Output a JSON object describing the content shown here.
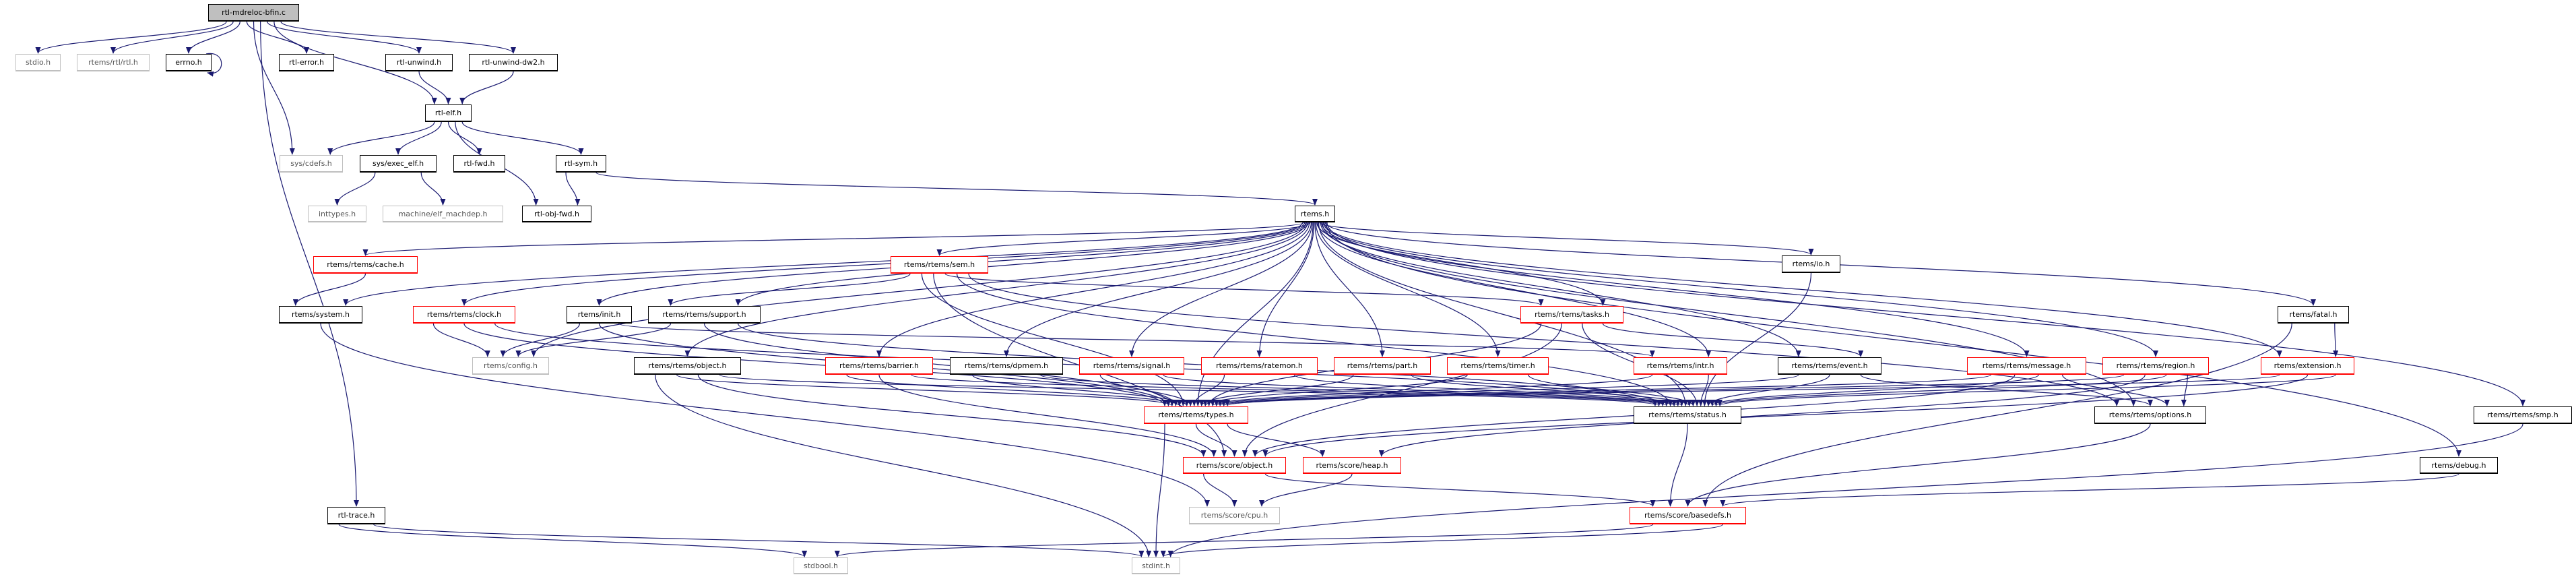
{
  "title": "rtl-mdreloc-bfin.c",
  "colors": {
    "edge": "#191970",
    "root_fill": "#bfbfbf",
    "red_border": "#ff0000",
    "ext_border": "#bfbfbf",
    "normal_border": "#000000"
  },
  "nodes": [
    {
      "id": "root",
      "label": "rtl-mdreloc-bfin.c",
      "kind": "root"
    },
    {
      "id": "stdio",
      "label": "stdio.h",
      "kind": "ext"
    },
    {
      "id": "rtl",
      "label": "rtems/rtl/rtl.h",
      "kind": "ext"
    },
    {
      "id": "errno",
      "label": "errno.h",
      "kind": "normal"
    },
    {
      "id": "rtlerror",
      "label": "rtl-error.h",
      "kind": "normal"
    },
    {
      "id": "unwind",
      "label": "rtl-unwind.h",
      "kind": "normal"
    },
    {
      "id": "unwinddw2",
      "label": "rtl-unwind-dw2.h",
      "kind": "normal"
    },
    {
      "id": "rtlelf",
      "label": "rtl-elf.h",
      "kind": "normal"
    },
    {
      "id": "cdefs",
      "label": "sys/cdefs.h",
      "kind": "ext"
    },
    {
      "id": "execelf",
      "label": "sys/exec_elf.h",
      "kind": "normal"
    },
    {
      "id": "rtlfwd",
      "label": "rtl-fwd.h",
      "kind": "normal"
    },
    {
      "id": "rtlsym",
      "label": "rtl-sym.h",
      "kind": "normal"
    },
    {
      "id": "inttypes",
      "label": "inttypes.h",
      "kind": "ext"
    },
    {
      "id": "machdep",
      "label": "machine/elf_machdep.h",
      "kind": "ext"
    },
    {
      "id": "objfwd",
      "label": "rtl-obj-fwd.h",
      "kind": "normal"
    },
    {
      "id": "rtems",
      "label": "rtems.h",
      "kind": "normal"
    },
    {
      "id": "cache",
      "label": "rtems/rtems/cache.h",
      "kind": "red"
    },
    {
      "id": "sem",
      "label": "rtems/rtems/sem.h",
      "kind": "red"
    },
    {
      "id": "io",
      "label": "rtems/io.h",
      "kind": "normal"
    },
    {
      "id": "system",
      "label": "rtems/system.h",
      "kind": "normal"
    },
    {
      "id": "clock",
      "label": "rtems/rtems/clock.h",
      "kind": "red"
    },
    {
      "id": "init",
      "label": "rtems/init.h",
      "kind": "normal"
    },
    {
      "id": "support",
      "label": "rtems/rtems/support.h",
      "kind": "normal"
    },
    {
      "id": "tasks",
      "label": "rtems/rtems/tasks.h",
      "kind": "red"
    },
    {
      "id": "fatal",
      "label": "rtems/fatal.h",
      "kind": "normal"
    },
    {
      "id": "config",
      "label": "rtems/config.h",
      "kind": "ext"
    },
    {
      "id": "object",
      "label": "rtems/rtems/object.h",
      "kind": "normal"
    },
    {
      "id": "barrier",
      "label": "rtems/rtems/barrier.h",
      "kind": "red"
    },
    {
      "id": "dpmem",
      "label": "rtems/rtems/dpmem.h",
      "kind": "normal"
    },
    {
      "id": "signal",
      "label": "rtems/rtems/signal.h",
      "kind": "red"
    },
    {
      "id": "ratemon",
      "label": "rtems/rtems/ratemon.h",
      "kind": "red"
    },
    {
      "id": "part",
      "label": "rtems/rtems/part.h",
      "kind": "red"
    },
    {
      "id": "timer",
      "label": "rtems/rtems/timer.h",
      "kind": "red"
    },
    {
      "id": "intr",
      "label": "rtems/rtems/intr.h",
      "kind": "red"
    },
    {
      "id": "event",
      "label": "rtems/rtems/event.h",
      "kind": "normal"
    },
    {
      "id": "message",
      "label": "rtems/rtems/message.h",
      "kind": "red"
    },
    {
      "id": "region",
      "label": "rtems/rtems/region.h",
      "kind": "red"
    },
    {
      "id": "extension",
      "label": "rtems/extension.h",
      "kind": "red"
    },
    {
      "id": "types",
      "label": "rtems/rtems/types.h",
      "kind": "red"
    },
    {
      "id": "status",
      "label": "rtems/rtems/status.h",
      "kind": "normal"
    },
    {
      "id": "options",
      "label": "rtems/rtems/options.h",
      "kind": "normal"
    },
    {
      "id": "smp",
      "label": "rtems/rtems/smp.h",
      "kind": "normal"
    },
    {
      "id": "scoreobject",
      "label": "rtems/score/object.h",
      "kind": "red"
    },
    {
      "id": "heap",
      "label": "rtems/score/heap.h",
      "kind": "red"
    },
    {
      "id": "debug",
      "label": "rtems/debug.h",
      "kind": "normal"
    },
    {
      "id": "rtltrace",
      "label": "rtl-trace.h",
      "kind": "normal"
    },
    {
      "id": "cpu",
      "label": "rtems/score/cpu.h",
      "kind": "ext"
    },
    {
      "id": "basedefs",
      "label": "rtems/score/basedefs.h",
      "kind": "red"
    },
    {
      "id": "stdbool",
      "label": "stdbool.h",
      "kind": "ext"
    },
    {
      "id": "stdint",
      "label": "stdint.h",
      "kind": "ext"
    }
  ],
  "edges": [
    [
      "root",
      "stdio"
    ],
    [
      "root",
      "rtl"
    ],
    [
      "root",
      "errno"
    ],
    [
      "root",
      "rtlerror"
    ],
    [
      "root",
      "unwind"
    ],
    [
      "root",
      "unwinddw2"
    ],
    [
      "root",
      "rtlelf"
    ],
    [
      "root",
      "cdefs"
    ],
    [
      "root",
      "rtltrace"
    ],
    [
      "errno",
      "errno"
    ],
    [
      "unwind",
      "rtlelf"
    ],
    [
      "unwinddw2",
      "rtlelf"
    ],
    [
      "rtlelf",
      "cdefs"
    ],
    [
      "rtlelf",
      "execelf"
    ],
    [
      "rtlelf",
      "rtlfwd"
    ],
    [
      "rtlelf",
      "rtlsym"
    ],
    [
      "rtlelf",
      "objfwd"
    ],
    [
      "execelf",
      "inttypes"
    ],
    [
      "execelf",
      "machdep"
    ],
    [
      "rtlsym",
      "objfwd"
    ],
    [
      "rtlsym",
      "rtems"
    ],
    [
      "rtltrace",
      "stdbool"
    ],
    [
      "rtltrace",
      "stdint"
    ],
    [
      "rtems",
      "system"
    ],
    [
      "rtems",
      "cache"
    ],
    [
      "rtems",
      "clock"
    ],
    [
      "rtems",
      "init"
    ],
    [
      "rtems",
      "support"
    ],
    [
      "rtems",
      "config"
    ],
    [
      "rtems",
      "sem"
    ],
    [
      "rtems",
      "object"
    ],
    [
      "rtems",
      "barrier"
    ],
    [
      "rtems",
      "dpmem"
    ],
    [
      "rtems",
      "signal"
    ],
    [
      "rtems",
      "ratemon"
    ],
    [
      "rtems",
      "part"
    ],
    [
      "rtems",
      "timer"
    ],
    [
      "rtems",
      "tasks"
    ],
    [
      "rtems",
      "intr"
    ],
    [
      "rtems",
      "event"
    ],
    [
      "rtems",
      "io"
    ],
    [
      "rtems",
      "message"
    ],
    [
      "rtems",
      "region"
    ],
    [
      "rtems",
      "extension"
    ],
    [
      "rtems",
      "fatal"
    ],
    [
      "rtems",
      "debug"
    ],
    [
      "rtems",
      "smp"
    ],
    [
      "rtems",
      "types"
    ],
    [
      "rtems",
      "status"
    ],
    [
      "rtems",
      "options"
    ],
    [
      "cache",
      "system"
    ],
    [
      "system",
      "cpu"
    ],
    [
      "clock",
      "config"
    ],
    [
      "clock",
      "types"
    ],
    [
      "clock",
      "status"
    ],
    [
      "init",
      "config"
    ],
    [
      "init",
      "types"
    ],
    [
      "init",
      "intr"
    ],
    [
      "support",
      "config"
    ],
    [
      "support",
      "types"
    ],
    [
      "support",
      "status"
    ],
    [
      "sem",
      "support"
    ],
    [
      "sem",
      "tasks"
    ],
    [
      "sem",
      "options"
    ],
    [
      "sem",
      "types"
    ],
    [
      "sem",
      "status"
    ],
    [
      "sem",
      "scoreobject"
    ],
    [
      "tasks",
      "types"
    ],
    [
      "tasks",
      "status"
    ],
    [
      "tasks",
      "event"
    ],
    [
      "tasks",
      "scoreobject"
    ],
    [
      "object",
      "types"
    ],
    [
      "object",
      "status"
    ],
    [
      "object",
      "scoreobject"
    ],
    [
      "object",
      "stdint"
    ],
    [
      "barrier",
      "types"
    ],
    [
      "barrier",
      "status"
    ],
    [
      "barrier",
      "scoreobject"
    ],
    [
      "dpmem",
      "types"
    ],
    [
      "dpmem",
      "status"
    ],
    [
      "signal",
      "types"
    ],
    [
      "signal",
      "status"
    ],
    [
      "ratemon",
      "types"
    ],
    [
      "ratemon",
      "status"
    ],
    [
      "part",
      "types"
    ],
    [
      "part",
      "status"
    ],
    [
      "timer",
      "types"
    ],
    [
      "timer",
      "status"
    ],
    [
      "intr",
      "types"
    ],
    [
      "intr",
      "status"
    ],
    [
      "event",
      "types"
    ],
    [
      "event",
      "status"
    ],
    [
      "event",
      "options"
    ],
    [
      "io",
      "status"
    ],
    [
      "message",
      "types"
    ],
    [
      "message",
      "status"
    ],
    [
      "message",
      "options"
    ],
    [
      "message",
      "scoreobject"
    ],
    [
      "region",
      "types"
    ],
    [
      "region",
      "status"
    ],
    [
      "region",
      "options"
    ],
    [
      "region",
      "heap"
    ],
    [
      "extension",
      "types"
    ],
    [
      "extension",
      "status"
    ],
    [
      "extension",
      "scoreobject"
    ],
    [
      "fatal",
      "extension"
    ],
    [
      "fatal",
      "basedefs"
    ],
    [
      "types",
      "scoreobject"
    ],
    [
      "types",
      "heap"
    ],
    [
      "types",
      "stdint"
    ],
    [
      "status",
      "basedefs"
    ],
    [
      "options",
      "basedefs"
    ],
    [
      "scoreobject",
      "cpu"
    ],
    [
      "scoreobject",
      "basedefs"
    ],
    [
      "heap",
      "cpu"
    ],
    [
      "debug",
      "basedefs"
    ],
    [
      "smp",
      "stdint"
    ],
    [
      "basedefs",
      "stdbool"
    ],
    [
      "basedefs",
      "stdint"
    ]
  ]
}
